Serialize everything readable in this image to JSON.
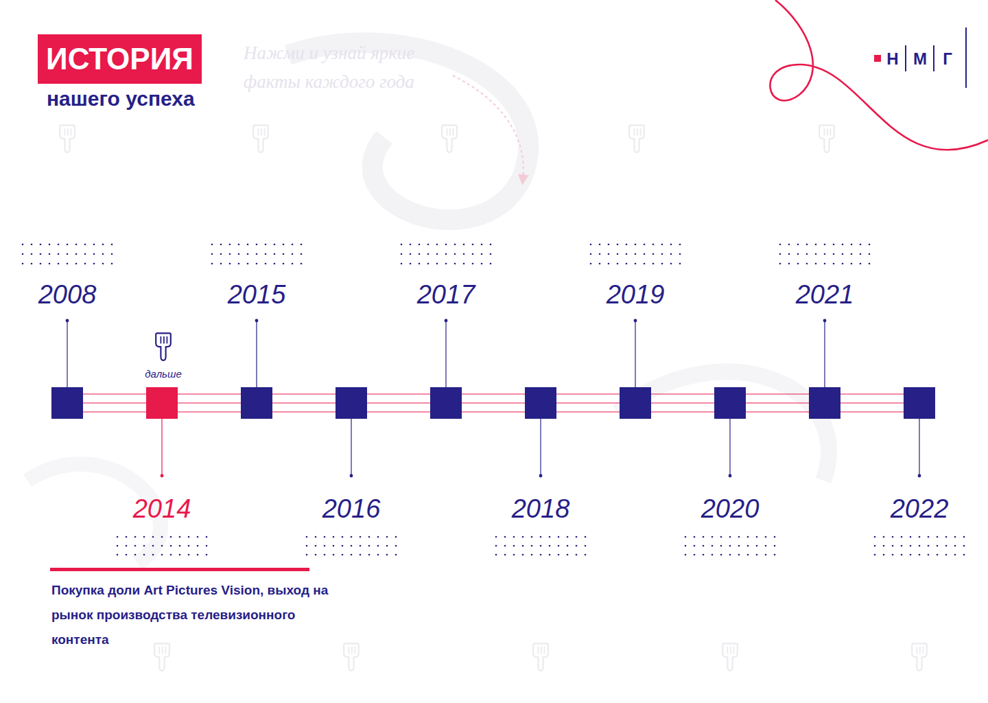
{
  "diagram": {
    "title": "ИСТОРИЯ",
    "nodes": [
      {
        "text": [
          "2008"
        ]
      },
      {
        "text": [
          "2014"
        ]
      },
      {
        "text": [
          "2015"
        ]
      },
      {
        "text": [
          "2016"
        ]
      },
      {
        "text": [
          "2017"
        ]
      },
      {
        "text": [
          "2018"
        ]
      },
      {
        "text": [
          "2019"
        ]
      },
      {
        "text": [
          "2020"
        ]
      },
      {
        "text": [
          "2021"
        ]
      },
      {
        "text": [
          "2022"
        ]
      }
    ],
    "edges": [
      {
        "from": 0,
        "to": 1,
        "arrow": "none"
      },
      {
        "from": 1,
        "to": 2,
        "arrow": "none"
      },
      {
        "from": 2,
        "to": 3,
        "arrow": "none"
      },
      {
        "from": 3,
        "to": 4,
        "arrow": "none"
      },
      {
        "from": 4,
        "to": 5,
        "arrow": "none"
      },
      {
        "from": 5,
        "to": 6,
        "arrow": "none"
      },
      {
        "from": 6,
        "to": 7,
        "arrow": "none"
      },
      {
        "from": 7,
        "to": 8,
        "arrow": "none"
      },
      {
        "from": 8,
        "to": 9,
        "arrow": "none"
      }
    ],
    "labels": [
      "нашего успеха",
      "Нажми и узнай яркие факты каждого года",
      "дальше",
      "Покупка доли Art Pictures Vision, выход на рынок производства телевизионного контента",
      "Н",
      "М",
      "Г"
    ]
  }
}
